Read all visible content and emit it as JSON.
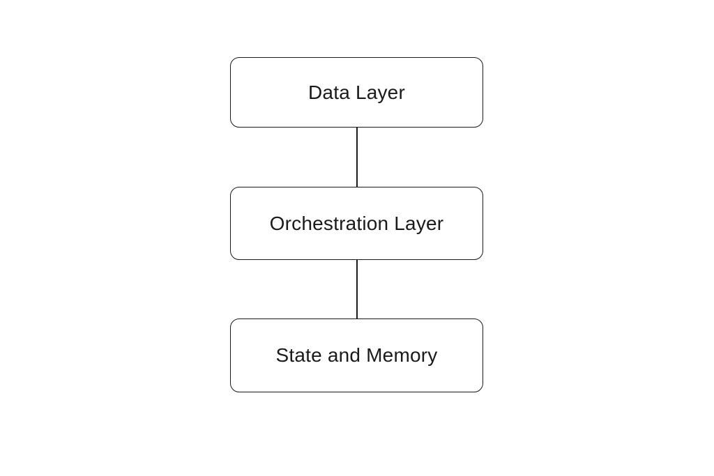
{
  "diagram": {
    "type": "flowchart-vertical",
    "background_color": "#ffffff",
    "node_fill_color": "#ffffff",
    "node_border_color": "#1a1a1a",
    "text_color": "#1a1a1a",
    "connector_color": "#1a1a1a",
    "nodes": [
      {
        "id": "data-layer",
        "label": "Data Layer"
      },
      {
        "id": "orchestration-layer",
        "label": "Orchestration Layer"
      },
      {
        "id": "state-and-memory",
        "label": "State and Memory"
      }
    ],
    "connections": [
      {
        "from": "Data Layer",
        "to": "Orchestration Layer"
      },
      {
        "from": "Orchestration Layer",
        "to": "State and Memory"
      }
    ]
  }
}
